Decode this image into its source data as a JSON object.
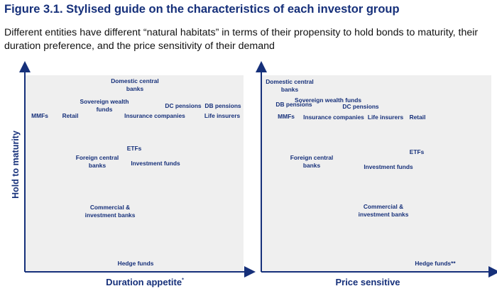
{
  "figure": {
    "title": "Figure 3.1. Stylised guide on the characteristics of each investor group",
    "subtitle": "Different entities have different “natural habitats” in terms of their propensity to hold bonds to maturity, their duration preference, and the price sensitivity of their demand"
  },
  "left_panel": {
    "ylabel": "Hold to maturity",
    "xlabel": "Duration appetite",
    "xlabel_mark": "*",
    "labels": [
      "Domestic central\nbanks",
      "Sovereign wealth\nfunds",
      "DC pensions",
      "DB pensions",
      "MMFs",
      "Retail",
      "Insurance companies",
      "Life insurers",
      "ETFs",
      "Foreign central\nbanks",
      "Investment funds",
      "Commercial &\ninvestment  banks",
      "Hedge funds"
    ]
  },
  "right_panel": {
    "xlabel": "Price sensitive",
    "labels": [
      "Domestic central\nbanks",
      "Sovereign wealth funds",
      "DB pensions",
      "DC pensions",
      "MMFs",
      "Insurance companies",
      "Life insurers",
      "Retail",
      "ETFs",
      "Foreign central\nbanks",
      "Investment funds",
      "Commercial &\ninvestment banks",
      "Hedge funds**"
    ]
  },
  "colors": {
    "title": "#16307a",
    "axis": "#16307a",
    "panel": "#efefef"
  }
}
